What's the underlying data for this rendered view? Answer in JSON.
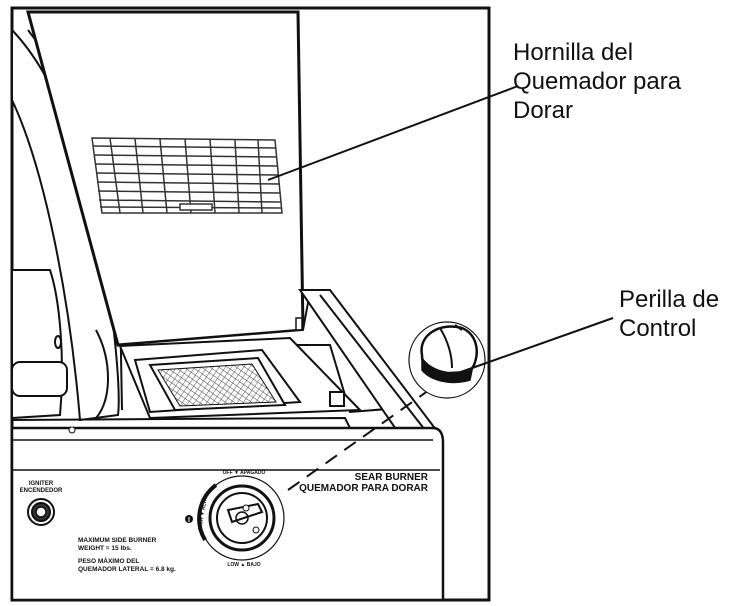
{
  "callouts": {
    "sear_burner": "Hornilla del\nQuemador para\nDorar",
    "control_knob": "Perilla de\nControl"
  },
  "panel": {
    "burner_title_en": "SEAR BURNER",
    "burner_title_es": "QUEMADOR PARA DORAR",
    "igniter_en": "IGNITER",
    "igniter_es": "ENCENDEDOR",
    "max_weight_en_1": "MAXIMUM SIDE BURNER",
    "max_weight_en_2": "WEIGHT = 15 lbs.",
    "max_weight_es_1": "PESO MÁXIMO DEL",
    "max_weight_es_2": "QUEMADOR LATERAL = 6.8 kg.",
    "dial_off": "OFF ▼ APAGADO",
    "dial_high": "HIGH ▼ ALTA",
    "dial_low": "LOW ▲ BAJO"
  },
  "colors": {
    "line": "#111111",
    "background": "#ffffff",
    "grid": "#333333"
  }
}
